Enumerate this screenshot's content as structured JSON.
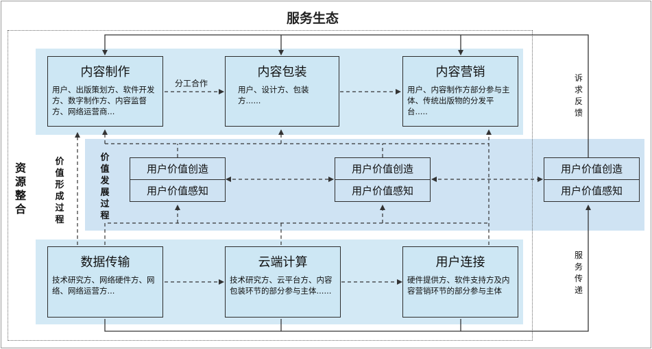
{
  "title": "服务生态",
  "left_label": "资源整合",
  "formation_label": "价值形成过程",
  "development_label": "价值发展过程",
  "feedback_label": "诉求反馈",
  "delivery_label": "服务传递",
  "division_label": "分工合作",
  "top_row": [
    {
      "title": "内容制作",
      "desc": "用户、出版策划方、软件开发方、数字制作方、内容监督方、网络运营商..."
    },
    {
      "title": "内容包装",
      "desc": "用户、设计方、包装方......"
    },
    {
      "title": "内容营销",
      "desc": "用户、内容制作方部分参与主体、传统出版物的分发平台....."
    }
  ],
  "bottom_row": [
    {
      "title": "数据传输",
      "desc": "技术研究方、网络硬件方、网络、网络运营方..."
    },
    {
      "title": "云端计算",
      "desc": "技术研究方、云平台方、内容包装环节的部分参与主体......"
    },
    {
      "title": "用户连接",
      "desc": "硬件提供方、软件支持方及内容营销环节的部分参与主体"
    }
  ],
  "value_boxes": [
    {
      "create": "用户价值创造",
      "perceive": "用户价值感知"
    },
    {
      "create": "用户价值创造",
      "perceive": "用户价值感知"
    },
    {
      "create": "用户价值创造",
      "perceive": "用户价值感知"
    }
  ]
}
